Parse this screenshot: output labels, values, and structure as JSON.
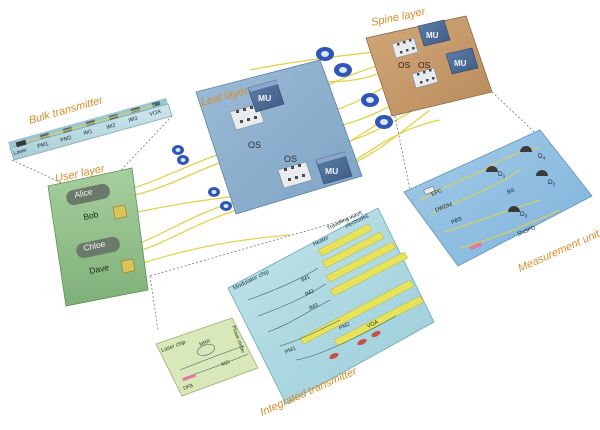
{
  "layers": {
    "bulk_transmitter": {
      "title": "Bulk transmitter",
      "components": [
        "Laser",
        "PM1",
        "PM2",
        "IM1",
        "IM2",
        "IM3",
        "VOA"
      ]
    },
    "user_layer": {
      "title": "User layer",
      "users": [
        "Alice",
        "Bob",
        "Chloe",
        "Dave"
      ]
    },
    "leaf_layer": {
      "title": "Leaf layer",
      "switch_label": "OS",
      "unit_label": "MU"
    },
    "spine_layer": {
      "title": "Spine layer",
      "switch_label": "OS",
      "unit_label": "MU"
    },
    "measurement_unit": {
      "title": "Measurement unit",
      "components": [
        "EPC",
        "DWDM",
        "PBS",
        "BS",
        "SNSPD"
      ],
      "detectors": [
        "D",
        "D",
        "D",
        "D"
      ],
      "detector_subscripts": [
        "1",
        "2",
        "3",
        "4"
      ]
    },
    "integrated_transmitter": {
      "title": "Integrated transmitter",
      "modulator_chip": "Modulator chip",
      "laser_chip": "Laser chip",
      "labels": [
        "Travelling wave",
        "electrodes",
        "Heater",
        "IM1",
        "IM2",
        "IM3",
        "PM1",
        "PM2",
        "VOA",
        "MRR",
        "MZI",
        "DFB",
        "Phase shifter"
      ]
    }
  },
  "colors": {
    "user": "#8fc088",
    "leaf": "#8fb2cf",
    "spine": "#c49a6c",
    "measure": "#8fbde0",
    "integrated": "#aed8e2",
    "fiber": "#e8d84a",
    "accent_title": "#d98c2b",
    "mu": "#4e6f9a"
  }
}
